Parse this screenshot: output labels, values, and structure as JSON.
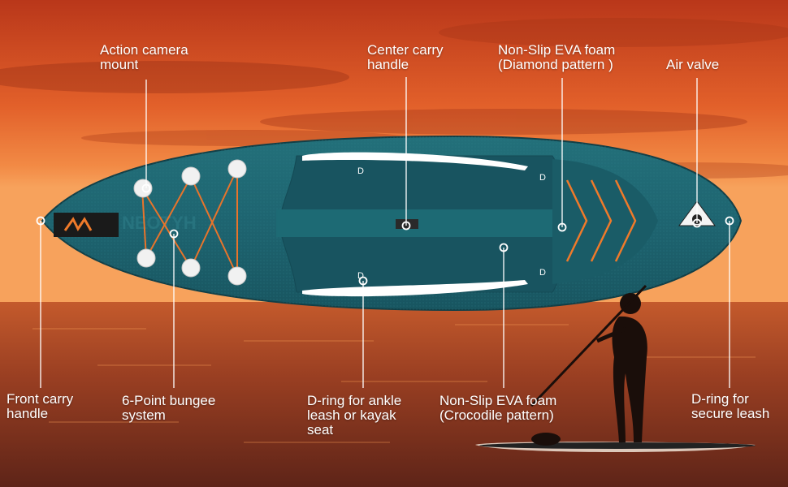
{
  "image": {
    "description_free": true,
    "colors": {
      "sky_top": "#c7451c",
      "sky_mid": "#ef6a2a",
      "horizon": "#f39a55",
      "water": "#6b2a1c",
      "board": "#1e6671",
      "board_center": "#1a5561",
      "accent_orange": "#f07a2a",
      "callout_line": "#ffffff"
    },
    "icons": [
      "brand-logo-icon",
      "air-valve-icon",
      "paddler-silhouette-icon"
    ]
  },
  "callouts": {
    "action_camera_mount": "Action camera\nmount",
    "center_carry_handle": "Center carry\nhandle",
    "non_slip_diamond": "Non-Slip EVA foam\n(Diamond pattern )",
    "air_valve": "Air valve",
    "front_carry_handle": "Front carry\nhandle",
    "bungee_system": "6-Point bungee\nsystem",
    "d_ring_ankle": "D-ring for ankle\nleash or kayak\nseat",
    "non_slip_crocodile": "Non-Slip EVA foam\n(Crocodile pattern)",
    "d_ring_secure": "D-ring for\nsecure leash"
  }
}
